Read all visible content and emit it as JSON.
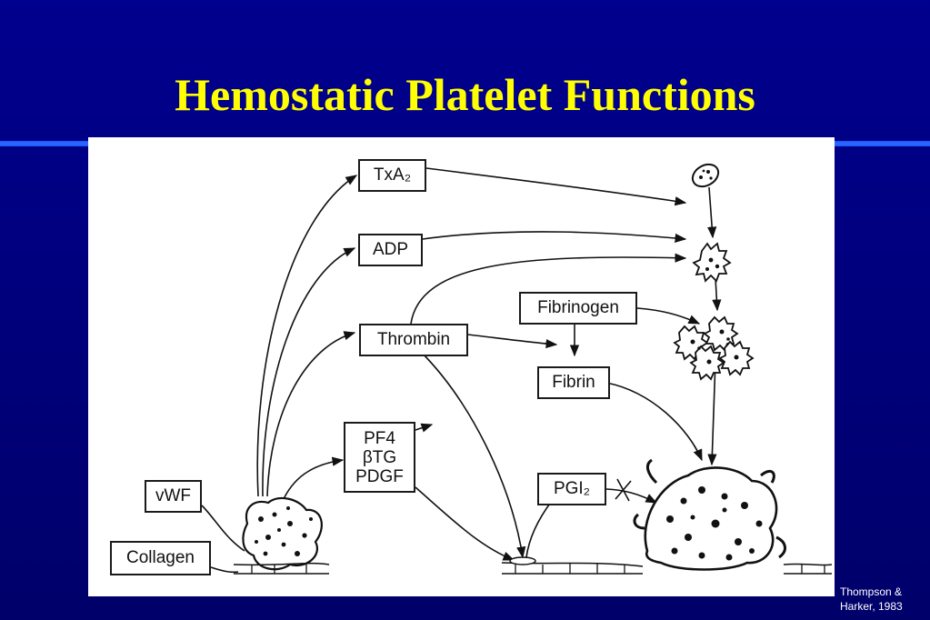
{
  "slide": {
    "title": "Hemostatic Platelet Functions",
    "credit_line1": "Thompson &",
    "credit_line2": "Harker, 1983"
  },
  "diagram": {
    "boxes": {
      "txa2": "TxA₂",
      "adp": "ADP",
      "thrombin": "Thrombin",
      "fibrinogen": "Fibrinogen",
      "fibrin": "Fibrin",
      "pf4": "PF4",
      "btg": "βTG",
      "pdgf": "PDGF",
      "pgi2": "PGI₂",
      "vwf": "vWF",
      "collagen": "Collagen"
    }
  },
  "colors": {
    "background": "#00007a",
    "title": "#ffff00",
    "rule": "#2c6bff",
    "credit": "#ffffff"
  }
}
